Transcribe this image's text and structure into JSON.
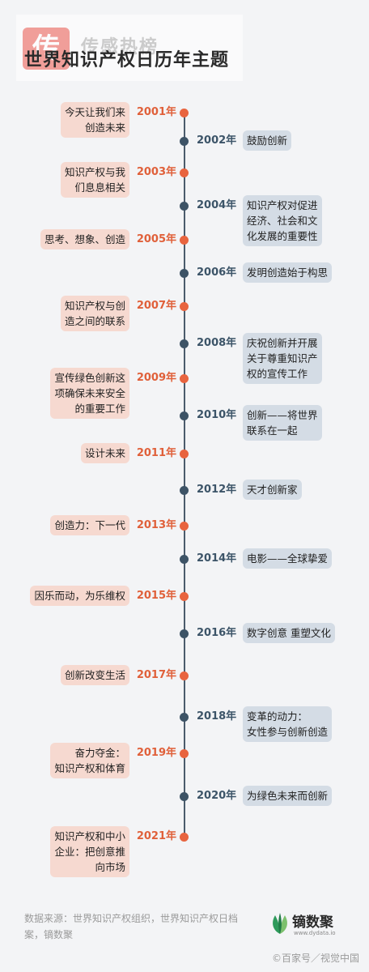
{
  "watermark": {
    "logo_char": "传",
    "name": "传感热榜"
  },
  "title": "世界知识产权日历年主题",
  "timeline": [
    {
      "year": "2001年",
      "theme": [
        "今天让我们来",
        "创造未来"
      ]
    },
    {
      "year": "2002年",
      "theme": [
        "鼓励创新"
      ]
    },
    {
      "year": "2003年",
      "theme": [
        "知识产权与我",
        "们息息相关"
      ]
    },
    {
      "year": "2004年",
      "theme": [
        "知识产权对促进",
        "经济、社会和文",
        "化发展的重要性"
      ]
    },
    {
      "year": "2005年",
      "theme": [
        "思考、想象、创造"
      ]
    },
    {
      "year": "2006年",
      "theme": [
        "发明创造始于构思"
      ]
    },
    {
      "year": "2007年",
      "theme": [
        "知识产权与创",
        "造之间的联系"
      ]
    },
    {
      "year": "2008年",
      "theme": [
        "庆祝创新并开展",
        "关于尊重知识产",
        "权的宣传工作"
      ]
    },
    {
      "year": "2009年",
      "theme": [
        "宣传绿色创新这",
        "项确保未来安全",
        "的重要工作"
      ]
    },
    {
      "year": "2010年",
      "theme": [
        "创新——将世界",
        "联系在一起"
      ]
    },
    {
      "year": "2011年",
      "theme": [
        "设计未来"
      ]
    },
    {
      "year": "2012年",
      "theme": [
        "天才创新家"
      ]
    },
    {
      "year": "2013年",
      "theme": [
        "创造力：下一代"
      ]
    },
    {
      "year": "2014年",
      "theme": [
        "电影——全球挚爱"
      ]
    },
    {
      "year": "2015年",
      "theme": [
        "因乐而动，为乐维权"
      ]
    },
    {
      "year": "2016年",
      "theme": [
        "数字创意 重塑文化"
      ]
    },
    {
      "year": "2017年",
      "theme": [
        "创新改变生活"
      ]
    },
    {
      "year": "2018年",
      "theme": [
        "变革的动力：",
        "女性参与创新创造"
      ]
    },
    {
      "year": "2019年",
      "theme": [
        "奋力夺金：",
        "知识产权和体育"
      ]
    },
    {
      "year": "2020年",
      "theme": [
        "为绿色未来而创新"
      ]
    },
    {
      "year": "2021年",
      "theme": [
        "知识产权和中小",
        "企业：把创意推",
        "向市场"
      ]
    }
  ],
  "footer": {
    "source": "数据来源：世界知识产权组织，世界知识产权日档案，镝数聚",
    "brand_name": "镝数聚",
    "brand_url": "www.dydata.io",
    "credit": "©百家号／视觉中国"
  },
  "colors": {
    "odd_accent": "#e8643f",
    "odd_box": "#f6d9d0",
    "even_accent": "#3d5366",
    "even_box": "#d4dce5",
    "axis": "#4b5b6c"
  }
}
